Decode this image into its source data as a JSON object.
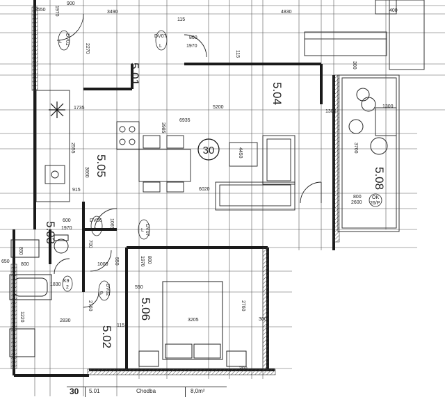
{
  "rooms": [
    {
      "id": "5.01",
      "label": "5.01"
    },
    {
      "id": "5.02",
      "label": "5.02"
    },
    {
      "id": "5.03",
      "label": "5.03"
    },
    {
      "id": "5.04",
      "label": "5.04"
    },
    {
      "id": "5.05",
      "label": "5.05"
    },
    {
      "id": "5.06",
      "label": "5.06"
    },
    {
      "id": "5.08",
      "label": "5.08"
    }
  ],
  "apartment_number": "30",
  "doors": {
    "dv01": "DV01",
    "dv01_side": "L",
    "dv07_top": "DV07",
    "dv07_top_side": "L",
    "dv06": "DV06",
    "dv06_side": "L",
    "dv07_mid": "DV07",
    "dv07_mid_side": "L",
    "dv02": "DV02",
    "dv02_side": "P",
    "ok": "OK",
    "ok_code": "26/P",
    "k9": "K9",
    "k9_code": "2"
  },
  "dimensions": {
    "d2550": "2550",
    "d1970a": "1970",
    "d900": "900",
    "d3490": "3490",
    "d115a": "115",
    "d4830": "4830",
    "d400": "400",
    "d2270": "2270",
    "d800a": "800",
    "d1970b": "1970",
    "d115b": "115",
    "d300a": "300",
    "d1735": "1735",
    "d5200": "5200",
    "d6935": "6935",
    "d1300a": "1300",
    "d1300b": "1300",
    "d2555": "2555",
    "d3660": "3660",
    "d3985": "3985",
    "d4450": "4450",
    "d3700": "3700",
    "d915": "915",
    "d6020": "6020",
    "d800b": "800",
    "d2600": "2600",
    "d600": "600",
    "d1970c": "1970",
    "d1065": "1065",
    "d700": "700",
    "d800c": "800",
    "d1000": "1000",
    "d550a": "550",
    "d1970d": "1970",
    "d800d": "800",
    "d1830": "1830",
    "d550b": "550",
    "d2760a": "2760",
    "d2760b": "2760",
    "d2830": "2830",
    "d3205": "3205",
    "d300b": "300",
    "d115c": "115",
    "d1220": "1220",
    "d300c": "300",
    "d650": "650",
    "d850": "850"
  },
  "legend": {
    "number": "30",
    "room": "5.01",
    "name": "Chodba",
    "area": "8,0m²"
  }
}
